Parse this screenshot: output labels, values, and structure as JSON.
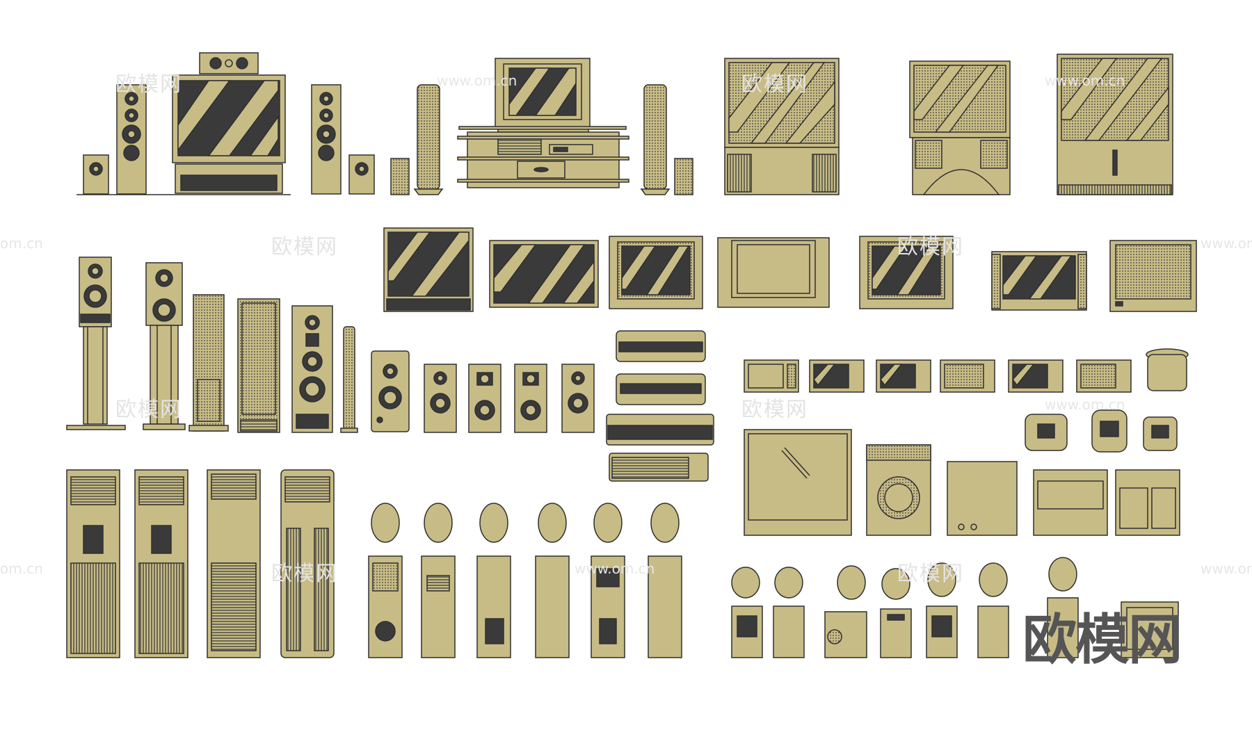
{
  "watermark": {
    "brand": "欧模网",
    "url": "www.om.cn",
    "url_short": "om.cn"
  },
  "logo": {
    "text": "欧模网"
  },
  "colors": {
    "fill": "#c8bc86",
    "stroke": "#2f2f2f",
    "dark": "#3a3a3a",
    "background": "#ffffff"
  }
}
